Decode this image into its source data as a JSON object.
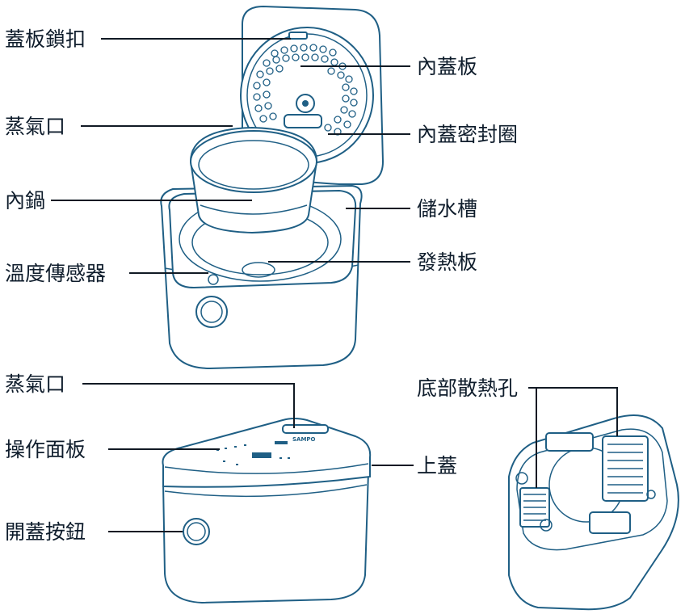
{
  "colors": {
    "label": "#0f1d2c",
    "outline": "#1f5f85",
    "leader": "#111a24"
  },
  "labels": {
    "lid_lock": "蓋板鎖扣",
    "inner_lid": "內蓋板",
    "steam_vent_top": "蒸氣口",
    "inner_lid_seal": "內蓋密封圈",
    "inner_pot": "內鍋",
    "water_tank": "儲水槽",
    "temp_sensor": "溫度傳感器",
    "heating_plate": "發熱板",
    "steam_vent_bottom": "蒸氣口",
    "bottom_vents": "底部散熱孔",
    "control_panel": "操作面板",
    "top_cover": "上蓋",
    "open_button": "開蓋按鈕"
  },
  "brand_mark": "SAMPO"
}
